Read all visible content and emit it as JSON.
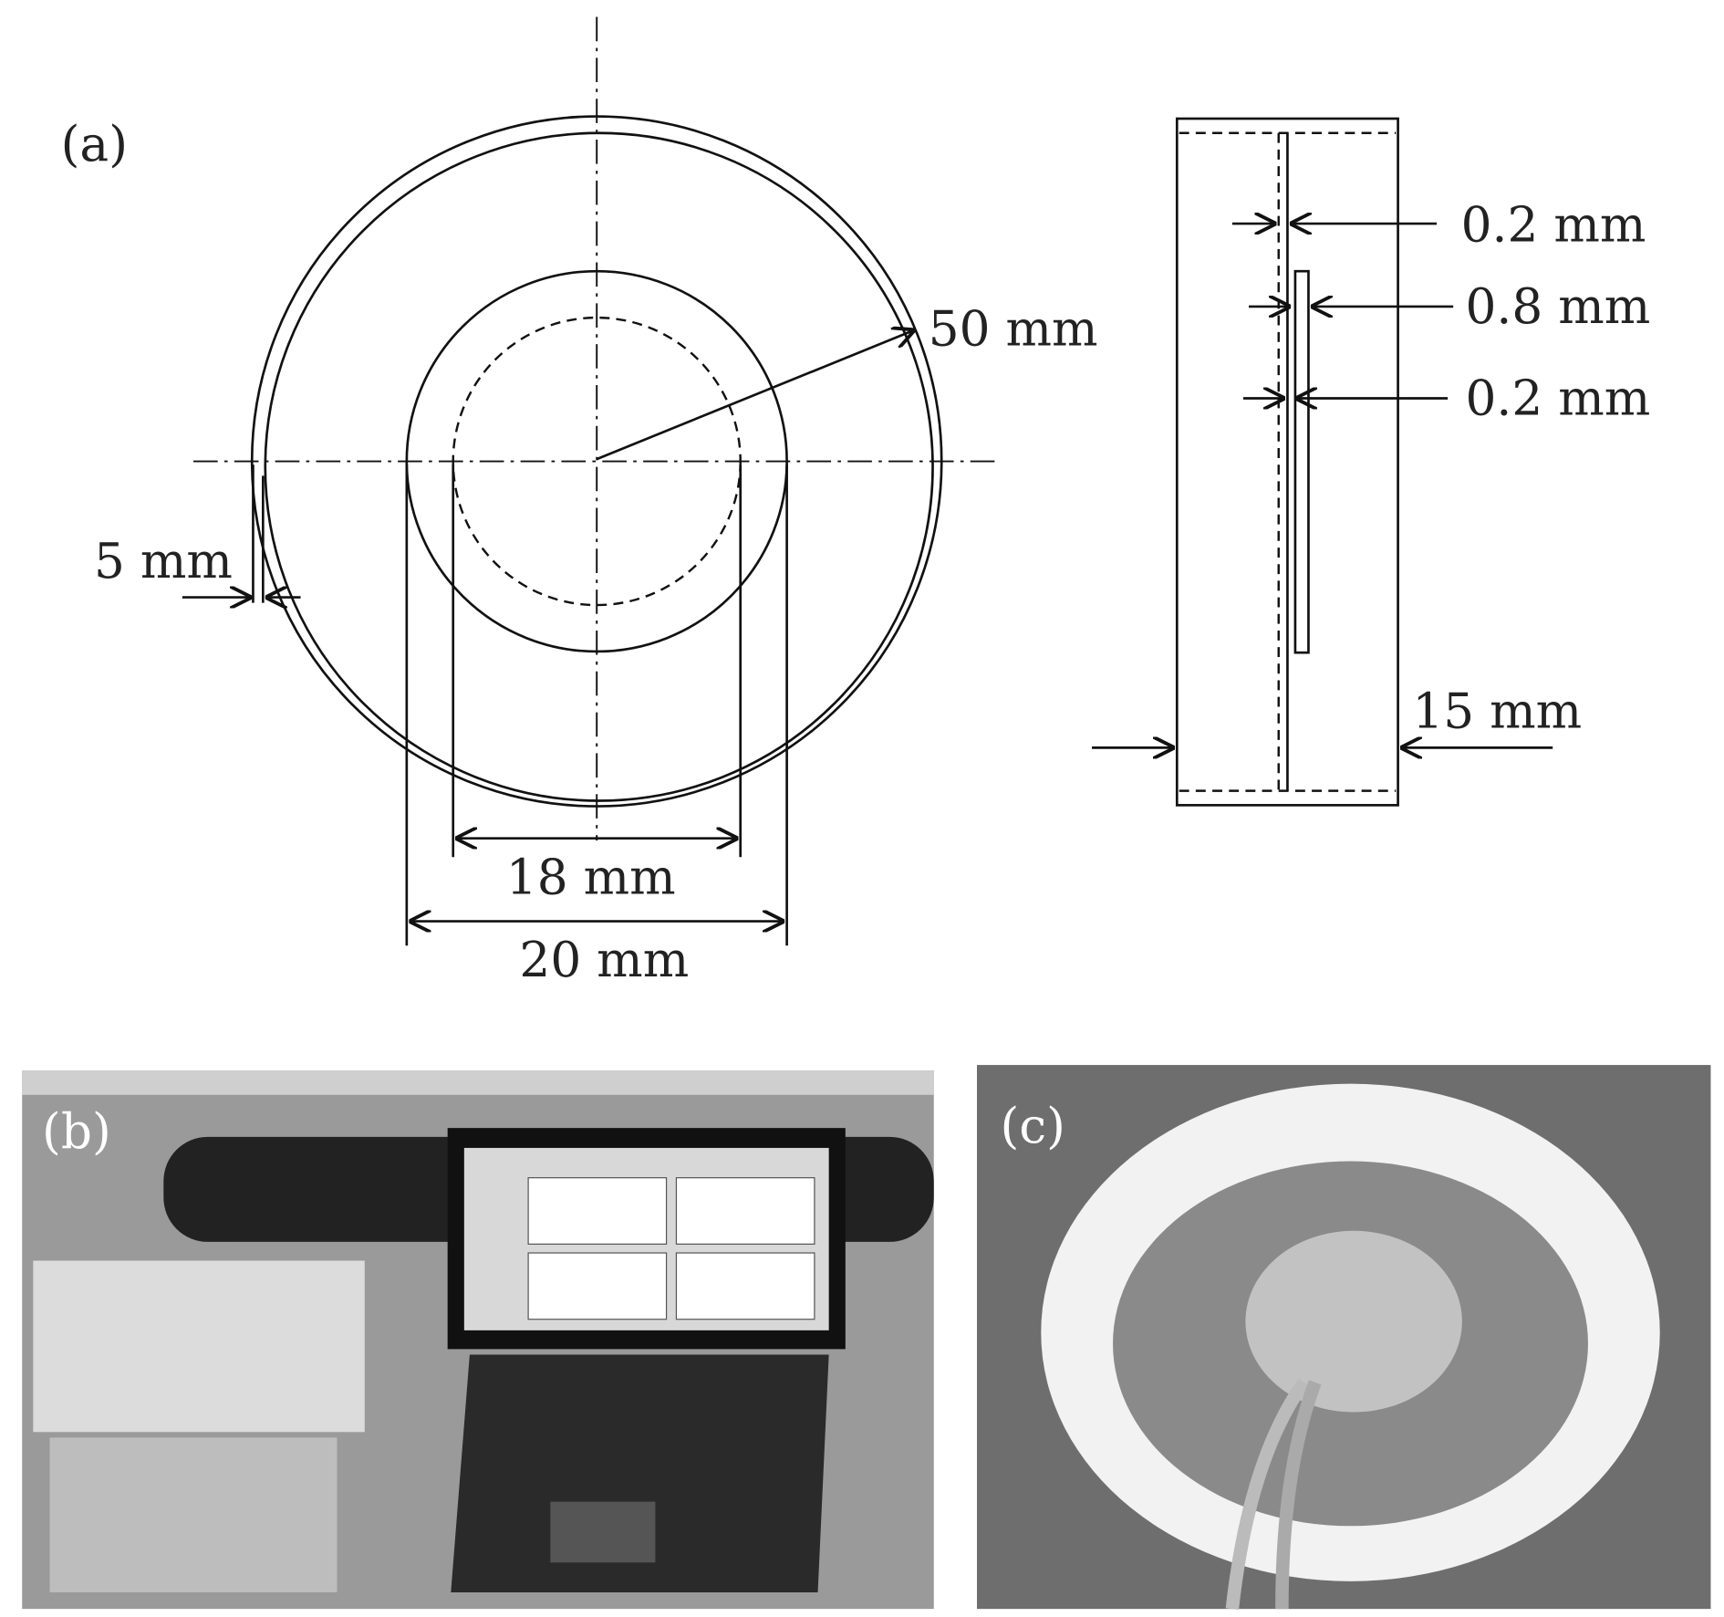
{
  "panels": {
    "a": {
      "label": "(a)",
      "dims": {
        "outer_radius": "50 mm",
        "ring_gap": "5 mm",
        "inner_diam_18": "18 mm",
        "inner_diam_20": "20 mm",
        "layer_top": "0.2 mm",
        "layer_mid": "0.8 mm",
        "layer_bot": "0.2 mm",
        "thickness": "15 mm"
      }
    },
    "b": {
      "label": "(b)"
    },
    "c": {
      "label": "(c)"
    }
  }
}
